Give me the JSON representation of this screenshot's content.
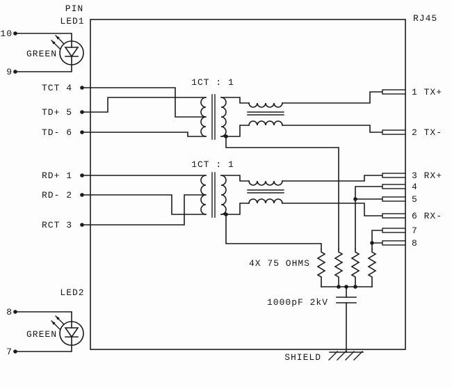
{
  "colors": {
    "ink": "#1b1b1b",
    "background": "#fdfdfd"
  },
  "labels": {
    "pin_header": "PIN",
    "connector": "RJ45",
    "tx_ratio": "1CT : 1",
    "rx_ratio": "1CT : 1",
    "resistors": "4X 75 OHMS",
    "capacitor": "1000pF 2kV",
    "shield": "SHIELD"
  },
  "led1": {
    "name": "LED1",
    "color": "GREEN",
    "pin_anode": "10",
    "pin_cathode": "9"
  },
  "led2": {
    "name": "LED2",
    "color": "GREEN",
    "pin_anode": "8",
    "pin_cathode": "7"
  },
  "left_pins": [
    {
      "label": "TCT 4"
    },
    {
      "label": "TD+ 5"
    },
    {
      "label": "TD- 6"
    },
    {
      "label": "RD+ 1"
    },
    {
      "label": "RD- 2"
    },
    {
      "label": "RCT 3"
    }
  ],
  "rj45_pins": [
    {
      "label": "1 TX+"
    },
    {
      "label": "2 TX-"
    },
    {
      "label": "3 RX+"
    },
    {
      "label": "4"
    },
    {
      "label": "5"
    },
    {
      "label": "6 RX-"
    },
    {
      "label": "7"
    },
    {
      "label": "8"
    }
  ]
}
